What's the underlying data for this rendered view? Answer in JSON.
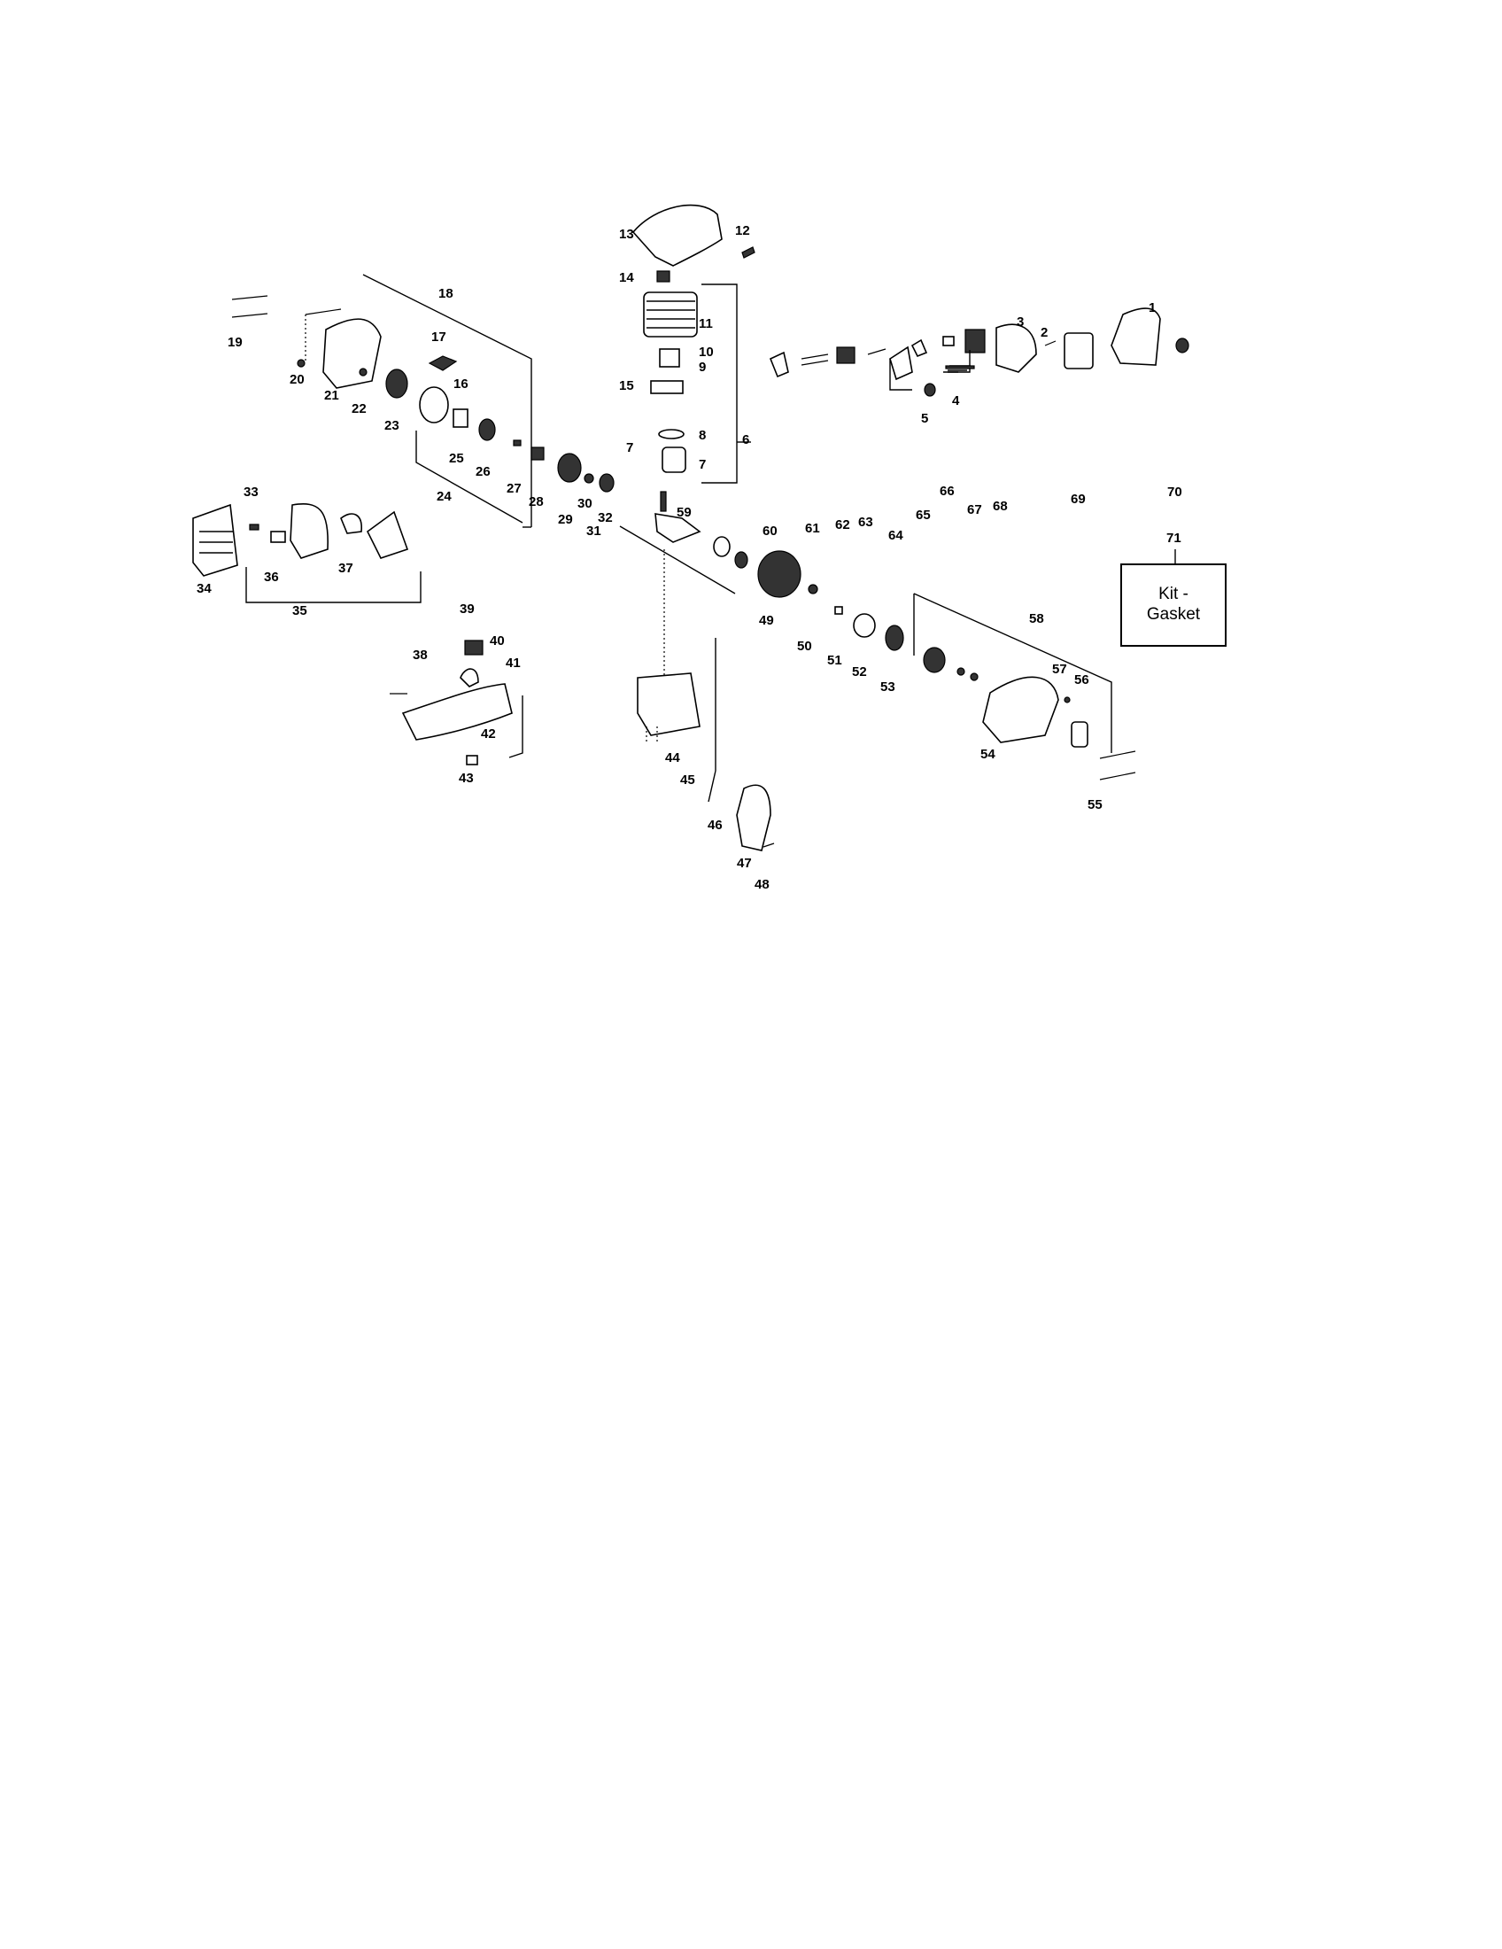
{
  "kit_label": "Kit -\nGasket",
  "labels": [
    "1",
    "2",
    "3",
    "4",
    "5",
    "6",
    "7",
    "7",
    "8",
    "9",
    "10",
    "11",
    "12",
    "13",
    "14",
    "15",
    "16",
    "17",
    "18",
    "19",
    "20",
    "21",
    "22",
    "23",
    "24",
    "25",
    "26",
    "27",
    "28",
    "29",
    "30",
    "31",
    "32",
    "33",
    "34",
    "35",
    "36",
    "37",
    "38",
    "39",
    "40",
    "41",
    "42",
    "43",
    "44",
    "45",
    "46",
    "47",
    "48",
    "49",
    "50",
    "51",
    "52",
    "53",
    "54",
    "55",
    "56",
    "57",
    "58",
    "59",
    "60",
    "61",
    "62",
    "63",
    "64",
    "65",
    "66",
    "67",
    "68",
    "69",
    "70",
    "71"
  ]
}
